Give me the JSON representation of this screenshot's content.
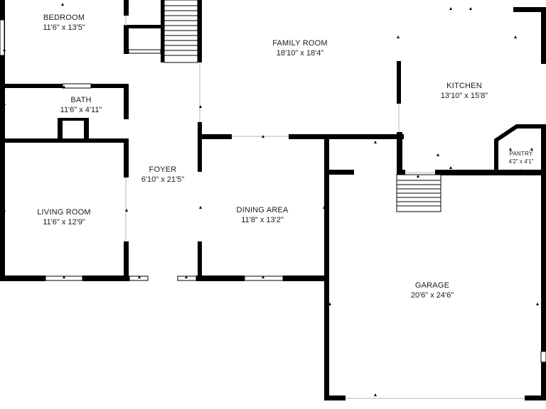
{
  "rooms": {
    "bedroom": {
      "name": "BEDROOM",
      "dims": "11'6\" x 13'5\""
    },
    "bath": {
      "name": "BATH",
      "dims": "11'6\" x 4'11\""
    },
    "living_room": {
      "name": "LIVING ROOM",
      "dims": "11'6\" x 12'9\""
    },
    "foyer": {
      "name": "FOYER",
      "dims": "6'10\" x 21'5\""
    },
    "family_room": {
      "name": "FAMILY ROOM",
      "dims": "18'10\" x 18'4\""
    },
    "dining_area": {
      "name": "DINING AREA",
      "dims": "11'8\" x 13'2\""
    },
    "kitchen": {
      "name": "KITCHEN",
      "dims": "13'10\" x 15'8\""
    },
    "pantry": {
      "name": "PANTRY",
      "dims": "4'2\" x 4'1\""
    },
    "garage": {
      "name": "GARAGE",
      "dims": "20'6\" x 24'6\""
    }
  }
}
